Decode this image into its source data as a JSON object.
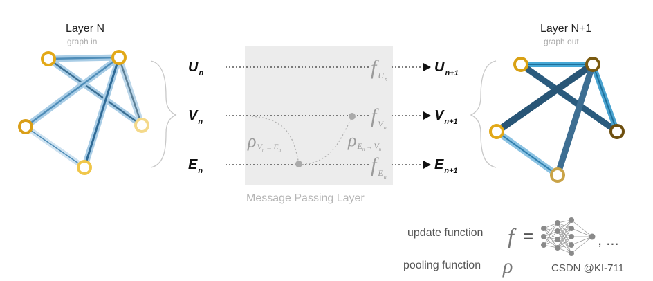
{
  "left_graph": {
    "title": "Layer N",
    "subtitle": "graph in"
  },
  "right_graph": {
    "title": "Layer N+1",
    "subtitle": "graph out"
  },
  "rows": [
    {
      "input": "U",
      "input_sub": "n",
      "func": "f",
      "func_sub": "U",
      "func_subsub": "n",
      "output": "U",
      "output_sub": "n+1"
    },
    {
      "input": "V",
      "input_sub": "n",
      "func": "f",
      "func_sub": "V",
      "func_subsub": "n",
      "output": "V",
      "output_sub": "n+1"
    },
    {
      "input": "E",
      "input_sub": "n",
      "func": "f",
      "func_sub": "E",
      "func_subsub": "n",
      "output": "E",
      "output_sub": "n+1"
    }
  ],
  "pooling_left": {
    "symbol": "ρ",
    "from": "V",
    "from_sub": "n",
    "arrow": "→",
    "to": "E",
    "to_sub": "n"
  },
  "pooling_right": {
    "symbol": "ρ",
    "from": "E",
    "from_sub": "n",
    "arrow": "→",
    "to": "V",
    "to_sub": "n"
  },
  "message_passing_label": "Message Passing Layer",
  "legend": {
    "update_label": "update function",
    "update_symbol": "f",
    "equals": "=",
    "ellipsis": ", ...",
    "pooling_label": "pooling function",
    "pooling_symbol": "ρ"
  },
  "watermark": "CSDN @KI-711",
  "colors": {
    "node_gold": "#e2a817",
    "node_dark": "#7a5a10",
    "edge_light": "#a9cde6",
    "edge_mid": "#4f8db8",
    "edge_dark": "#234d6c",
    "box_bg": "#ececec",
    "grey": "#b0b0b0"
  }
}
